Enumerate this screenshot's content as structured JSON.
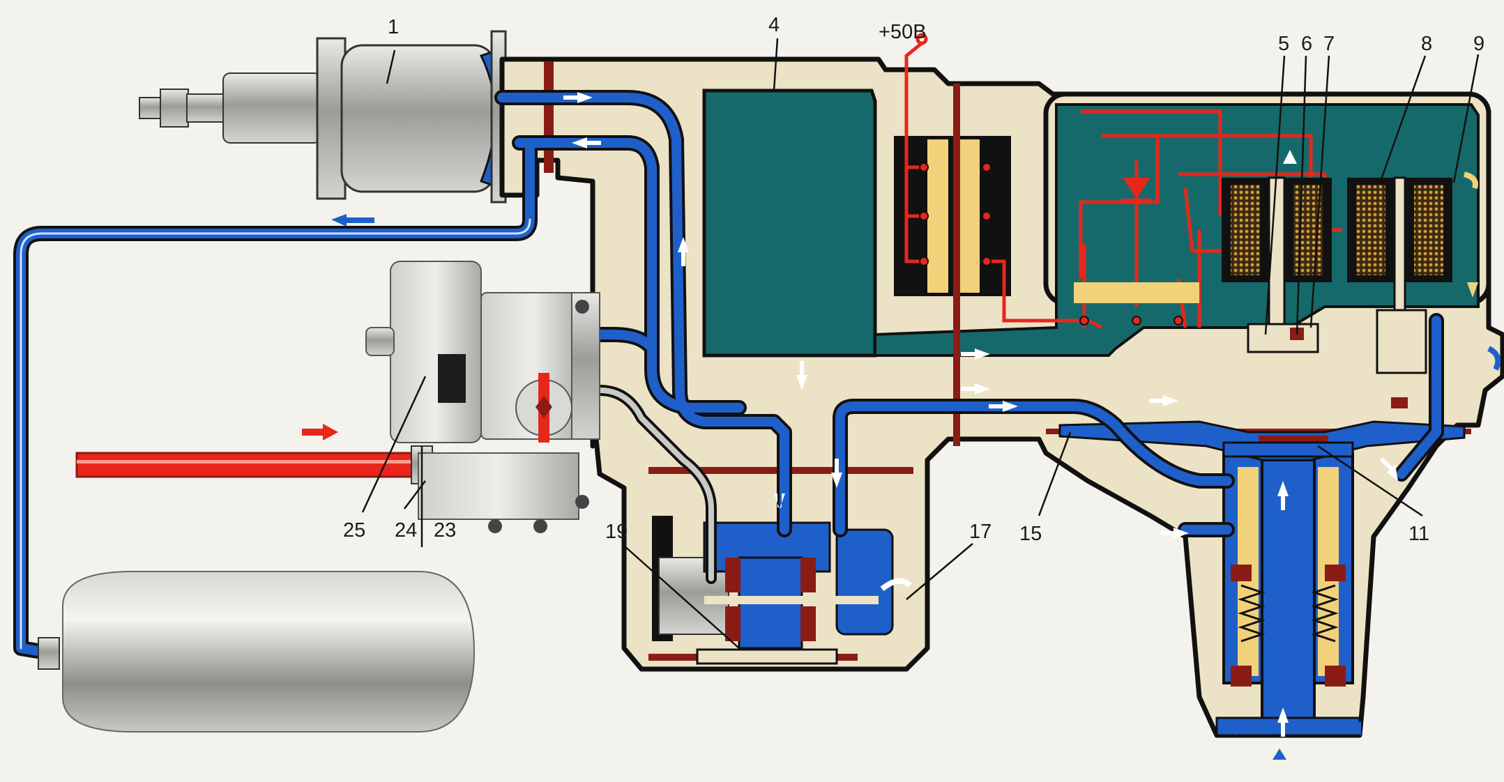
{
  "voltage_label": "+50В",
  "labels": {
    "l1": "1",
    "l4": "4",
    "l5": "5",
    "l6": "6",
    "l7": "7",
    "l8": "8",
    "l9": "9",
    "l11": "11",
    "l15": "15",
    "l17": "17",
    "l19": "19",
    "l23": "23",
    "l24": "24",
    "l25": "25"
  },
  "colors": {
    "background": "#f3f2ec",
    "body_fill": "#ece2c6",
    "outline": "#111111",
    "air_duct": "#1f5fc9",
    "chamber": "#16696a",
    "supply_pipe": "#e8261c",
    "coil": "#c08a3a",
    "contact": "#f1d27a",
    "seal": "#8a1c16",
    "metal": "#b9b9b5"
  },
  "icons": [
    "flow-arrow-icon",
    "coil-icon",
    "diode-icon",
    "spring-icon",
    "valve-icon"
  ]
}
